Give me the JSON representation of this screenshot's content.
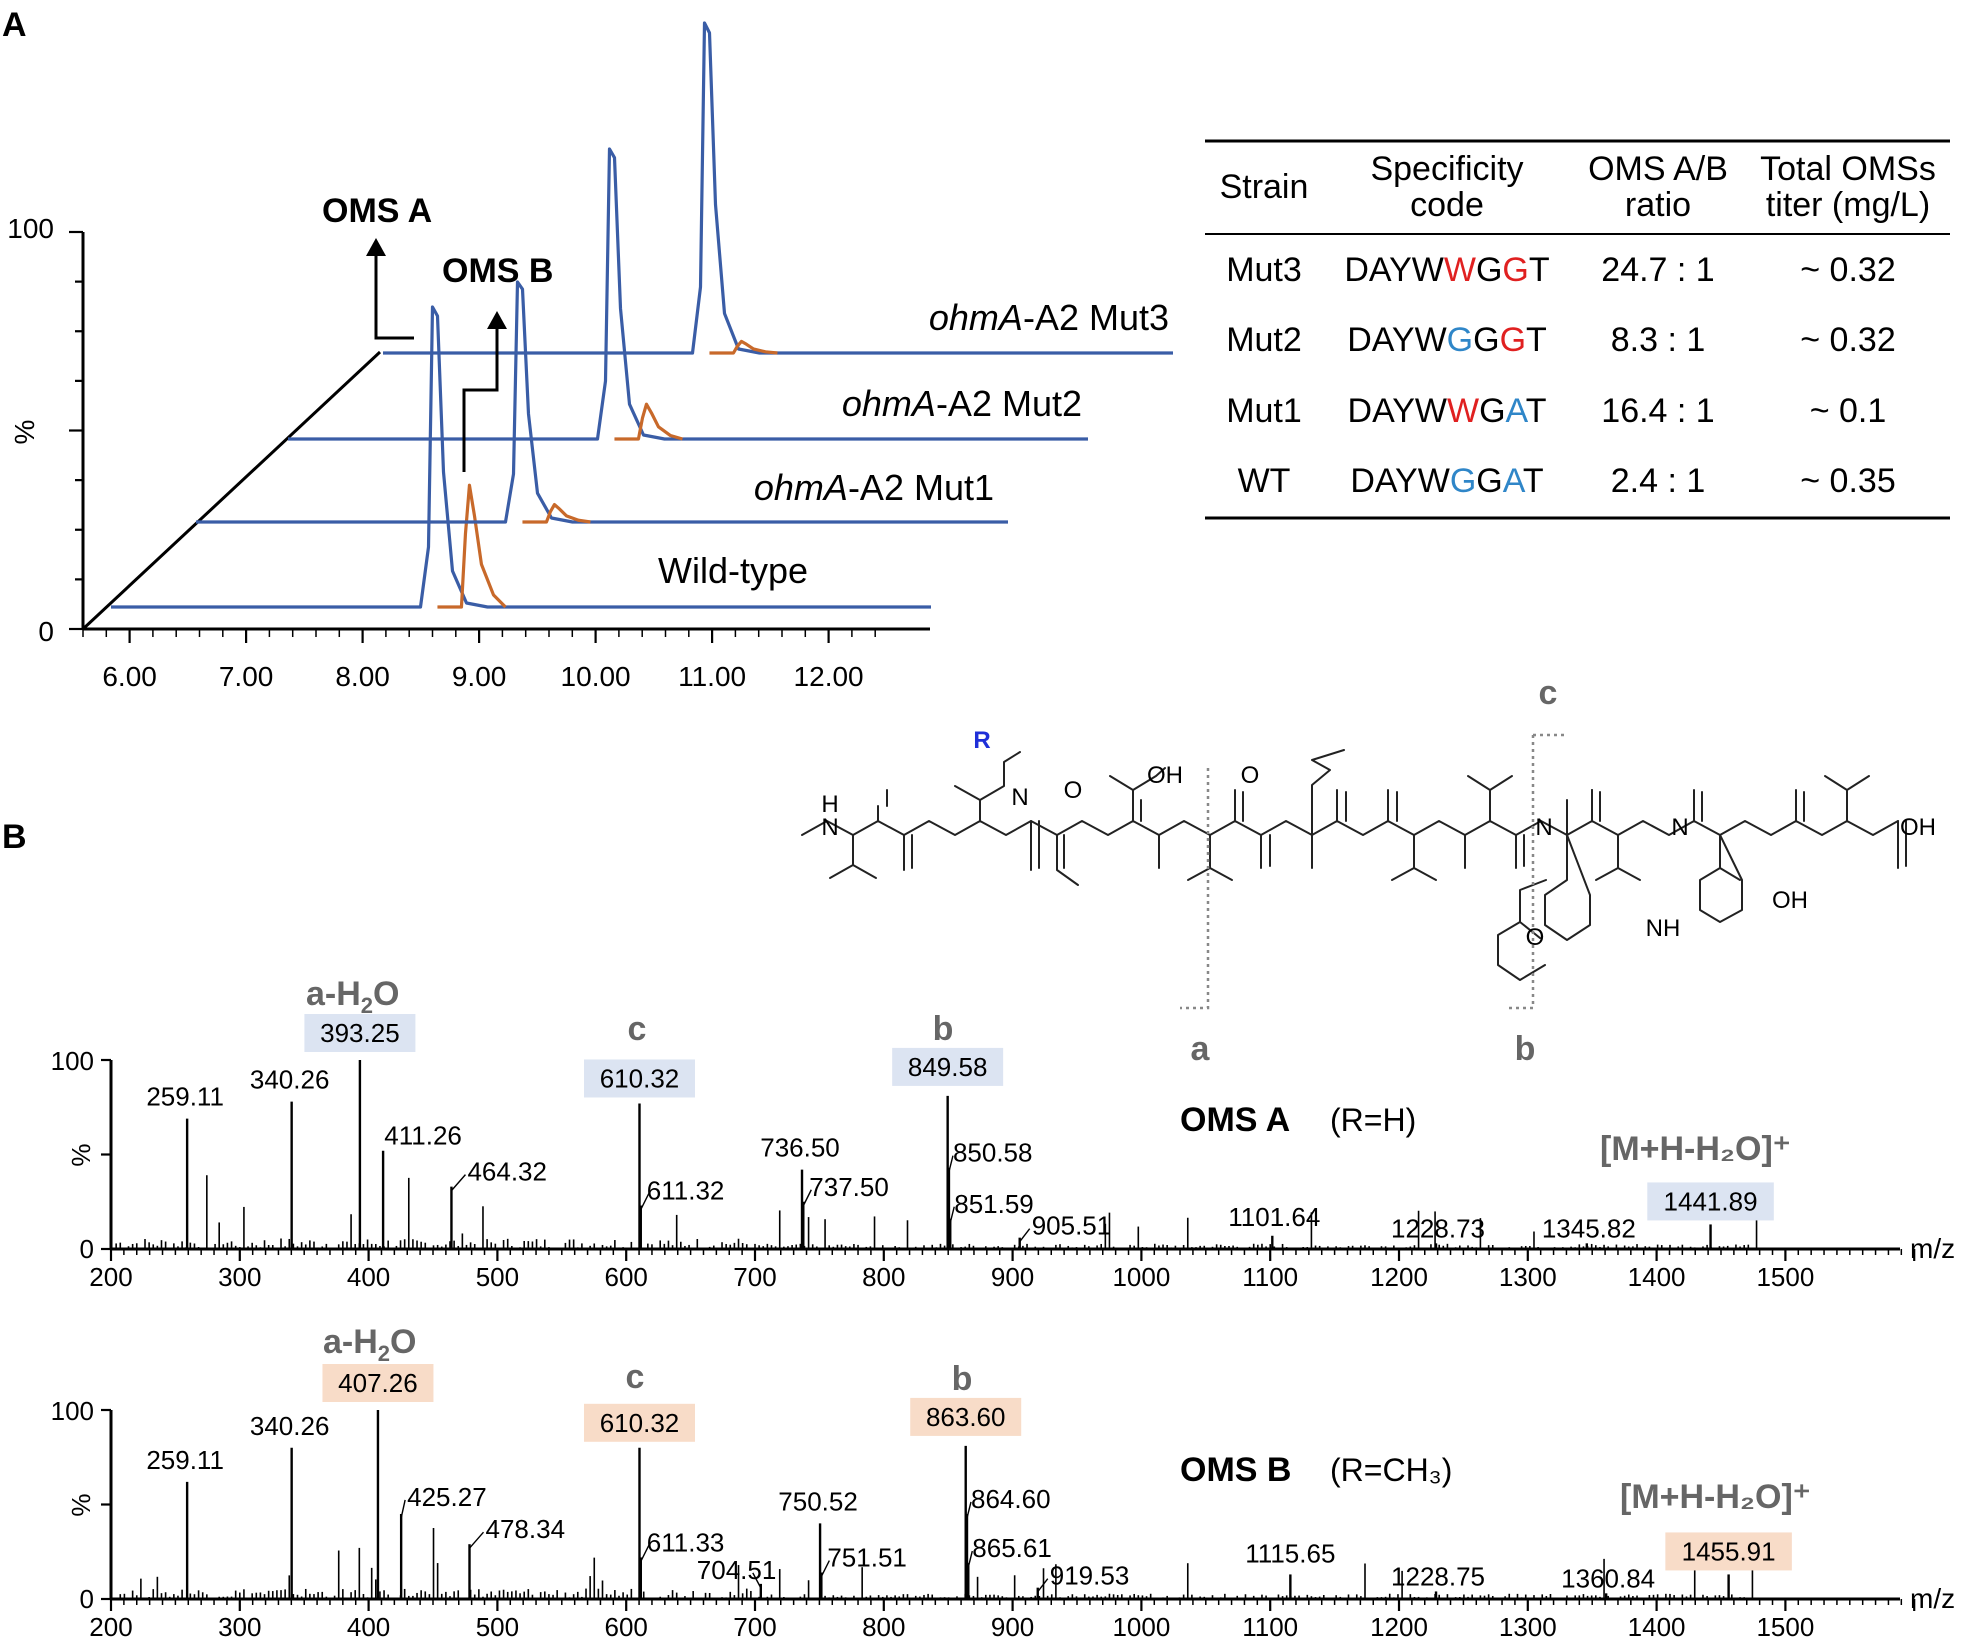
{
  "panels": {
    "a": "A",
    "b": "B"
  },
  "chromatogram": {
    "y_label": "%",
    "y_ticks": [
      "100",
      "0"
    ],
    "x_ticks": [
      "6.00",
      "7.00",
      "8.00",
      "9.00",
      "10.00",
      "11.00",
      "12.00"
    ],
    "peak_a_label": "OMS A",
    "peak_b_label": "OMS B",
    "traces": [
      {
        "italic": "",
        "rest": "Wild-type"
      },
      {
        "italic": "ohmA",
        "rest": "-A2 Mut1"
      },
      {
        "italic": "ohmA",
        "rest": "-A2 Mut2"
      },
      {
        "italic": "ohmA",
        "rest": "-A2 Mut3"
      }
    ]
  },
  "table": {
    "headers": [
      [
        "Strain"
      ],
      [
        "Specificity",
        "code"
      ],
      [
        "OMS A/B",
        "ratio"
      ],
      [
        "Total OMSs",
        "titer (mg/L)"
      ]
    ],
    "rows": [
      {
        "strain": "Mut3",
        "code": [
          [
            "DAYW",
            "#000000"
          ],
          [
            "W",
            "#e02020"
          ],
          [
            "G",
            "#000000"
          ],
          [
            "G",
            "#e02020"
          ],
          [
            "T",
            "#000000"
          ]
        ],
        "ratio": "24.7 : 1",
        "titer": "~ 0.32"
      },
      {
        "strain": "Mut2",
        "code": [
          [
            "DAYW",
            "#000000"
          ],
          [
            "G",
            "#2f86c8"
          ],
          [
            "G",
            "#000000"
          ],
          [
            "G",
            "#e02020"
          ],
          [
            "T",
            "#000000"
          ]
        ],
        "ratio": "8.3 : 1",
        "titer": "~ 0.32"
      },
      {
        "strain": "Mut1",
        "code": [
          [
            "DAYW",
            "#000000"
          ],
          [
            "W",
            "#e02020"
          ],
          [
            "G",
            "#000000"
          ],
          [
            "A",
            "#2f86c8"
          ],
          [
            "T",
            "#000000"
          ]
        ],
        "ratio": "16.4 : 1",
        "titer": "~ 0.1"
      },
      {
        "strain": "WT",
        "code": [
          [
            "DAYW",
            "#000000"
          ],
          [
            "G",
            "#2f86c8"
          ],
          [
            "G",
            "#000000"
          ],
          [
            "A",
            "#2f86c8"
          ],
          [
            "T",
            "#000000"
          ]
        ],
        "ratio": "2.4 : 1",
        "titer": "~ 0.35"
      }
    ]
  },
  "structure": {
    "r_label": "R",
    "fragment_labels": [
      "a",
      "b",
      "c"
    ],
    "atoms": [
      "H",
      "N",
      "O",
      "OH",
      "NH"
    ]
  },
  "spectra": [
    {
      "name": "OMS A",
      "r_text": "(R=H)",
      "x_label": "m/z",
      "y_label": "%",
      "y_ticks": [
        "100",
        "0"
      ],
      "x_ticks": [
        "200",
        "300",
        "400",
        "500",
        "600",
        "700",
        "800",
        "900",
        "1000",
        "1100",
        "1200",
        "1300",
        "1400",
        "1500"
      ],
      "ion_label": "[M+H-H₂O]⁺",
      "fragment_labels": [
        [
          "a-H",
          "2",
          "O"
        ],
        [
          "c"
        ],
        [
          "b"
        ]
      ],
      "highlight": "#dce4f2"
    },
    {
      "name": "OMS B",
      "r_text": "(R=CH₃)",
      "x_label": "m/z",
      "y_label": "%",
      "y_ticks": [
        "100",
        "0"
      ],
      "x_ticks": [
        "200",
        "300",
        "400",
        "500",
        "600",
        "700",
        "800",
        "900",
        "1000",
        "1100",
        "1200",
        "1300",
        "1400",
        "1500"
      ],
      "ion_label": "[M+H-H₂O]⁺",
      "fragment_labels": [
        [
          "a-H",
          "2",
          "O"
        ],
        [
          "c"
        ],
        [
          "b"
        ]
      ],
      "highlight": "#f8dcc8"
    }
  ],
  "chart_data": [
    {
      "type": "line",
      "title": "",
      "xlabel": "",
      "ylabel": "%",
      "xlim": [
        5.6,
        12.6
      ],
      "ylim": [
        0,
        100
      ],
      "series": [
        {
          "name": "Wild-type",
          "peaks": [
            {
              "compound": "OMS A",
              "rt": 8.6,
              "rel": 100
            },
            {
              "compound": "OMS B",
              "rt": 8.9,
              "rel": 42
            }
          ]
        },
        {
          "name": "ohmA-A2 Mut1",
          "peaks": [
            {
              "compound": "OMS A",
              "rt": 8.6,
              "rel": 100
            },
            {
              "compound": "OMS B",
              "rt": 8.9,
              "rel": 6
            }
          ]
        },
        {
          "name": "ohmA-A2 Mut2",
          "peaks": [
            {
              "compound": "OMS A",
              "rt": 8.6,
              "rel": 100
            },
            {
              "compound": "OMS B",
              "rt": 8.9,
              "rel": 12
            }
          ]
        },
        {
          "name": "ohmA-A2 Mut3",
          "peaks": [
            {
              "compound": "OMS A",
              "rt": 8.6,
              "rel": 100
            },
            {
              "compound": "OMS B",
              "rt": 8.9,
              "rel": 4
            }
          ]
        }
      ]
    },
    {
      "type": "bar",
      "title": "OMS A",
      "xlabel": "m/z",
      "ylabel": "%",
      "xlim": [
        200,
        1600
      ],
      "ylim": [
        0,
        100
      ],
      "peaks": [
        {
          "mz": 259.11,
          "rel": 69,
          "label": "259.11"
        },
        {
          "mz": 340.26,
          "rel": 78,
          "label": "340.26"
        },
        {
          "mz": 393.25,
          "rel": 100,
          "label": "393.25",
          "highlight": true
        },
        {
          "mz": 411.26,
          "rel": 52,
          "label": "411.26"
        },
        {
          "mz": 464.32,
          "rel": 33,
          "label": "464.32"
        },
        {
          "mz": 610.32,
          "rel": 77,
          "label": "610.32",
          "highlight": true
        },
        {
          "mz": 611.32,
          "rel": 23,
          "label": "611.32"
        },
        {
          "mz": 736.5,
          "rel": 42,
          "label": "736.50"
        },
        {
          "mz": 737.5,
          "rel": 25,
          "label": "737.50"
        },
        {
          "mz": 849.58,
          "rel": 81,
          "label": "849.58",
          "highlight": true
        },
        {
          "mz": 850.58,
          "rel": 43,
          "label": "850.58"
        },
        {
          "mz": 851.59,
          "rel": 16,
          "label": "851.59"
        },
        {
          "mz": 905.51,
          "rel": 6,
          "label": "905.51"
        },
        {
          "mz": 1101.64,
          "rel": 7,
          "label": "1101.64"
        },
        {
          "mz": 1228.73,
          "rel": 3,
          "label": "1228.73"
        },
        {
          "mz": 1345.82,
          "rel": 3,
          "label": "1345.82"
        },
        {
          "mz": 1441.89,
          "rel": 13,
          "label": "1441.89",
          "highlight": true
        }
      ]
    },
    {
      "type": "bar",
      "title": "OMS B",
      "xlabel": "m/z",
      "ylabel": "%",
      "xlim": [
        200,
        1600
      ],
      "ylim": [
        0,
        100
      ],
      "peaks": [
        {
          "mz": 259.11,
          "rel": 62,
          "label": "259.11"
        },
        {
          "mz": 340.26,
          "rel": 80,
          "label": "340.26"
        },
        {
          "mz": 407.26,
          "rel": 100,
          "label": "407.26",
          "highlight": true
        },
        {
          "mz": 425.27,
          "rel": 45,
          "label": "425.27"
        },
        {
          "mz": 478.34,
          "rel": 29,
          "label": "478.34"
        },
        {
          "mz": 610.32,
          "rel": 80,
          "label": "610.32",
          "highlight": true
        },
        {
          "mz": 611.33,
          "rel": 22,
          "label": "611.33"
        },
        {
          "mz": 704.51,
          "rel": 8,
          "label": "704.51"
        },
        {
          "mz": 750.52,
          "rel": 40,
          "label": "750.52"
        },
        {
          "mz": 751.51,
          "rel": 14,
          "label": "751.51"
        },
        {
          "mz": 863.6,
          "rel": 81,
          "label": "863.60",
          "highlight": true
        },
        {
          "mz": 864.6,
          "rel": 45,
          "label": "864.60"
        },
        {
          "mz": 865.61,
          "rel": 19,
          "label": "865.61"
        },
        {
          "mz": 919.53,
          "rel": 6,
          "label": "919.53"
        },
        {
          "mz": 1115.65,
          "rel": 13,
          "label": "1115.65"
        },
        {
          "mz": 1228.75,
          "rel": 4,
          "label": "1228.75"
        },
        {
          "mz": 1360.84,
          "rel": 3,
          "label": "1360.84"
        },
        {
          "mz": 1455.91,
          "rel": 13,
          "label": "1455.91",
          "highlight": true
        }
      ]
    }
  ]
}
